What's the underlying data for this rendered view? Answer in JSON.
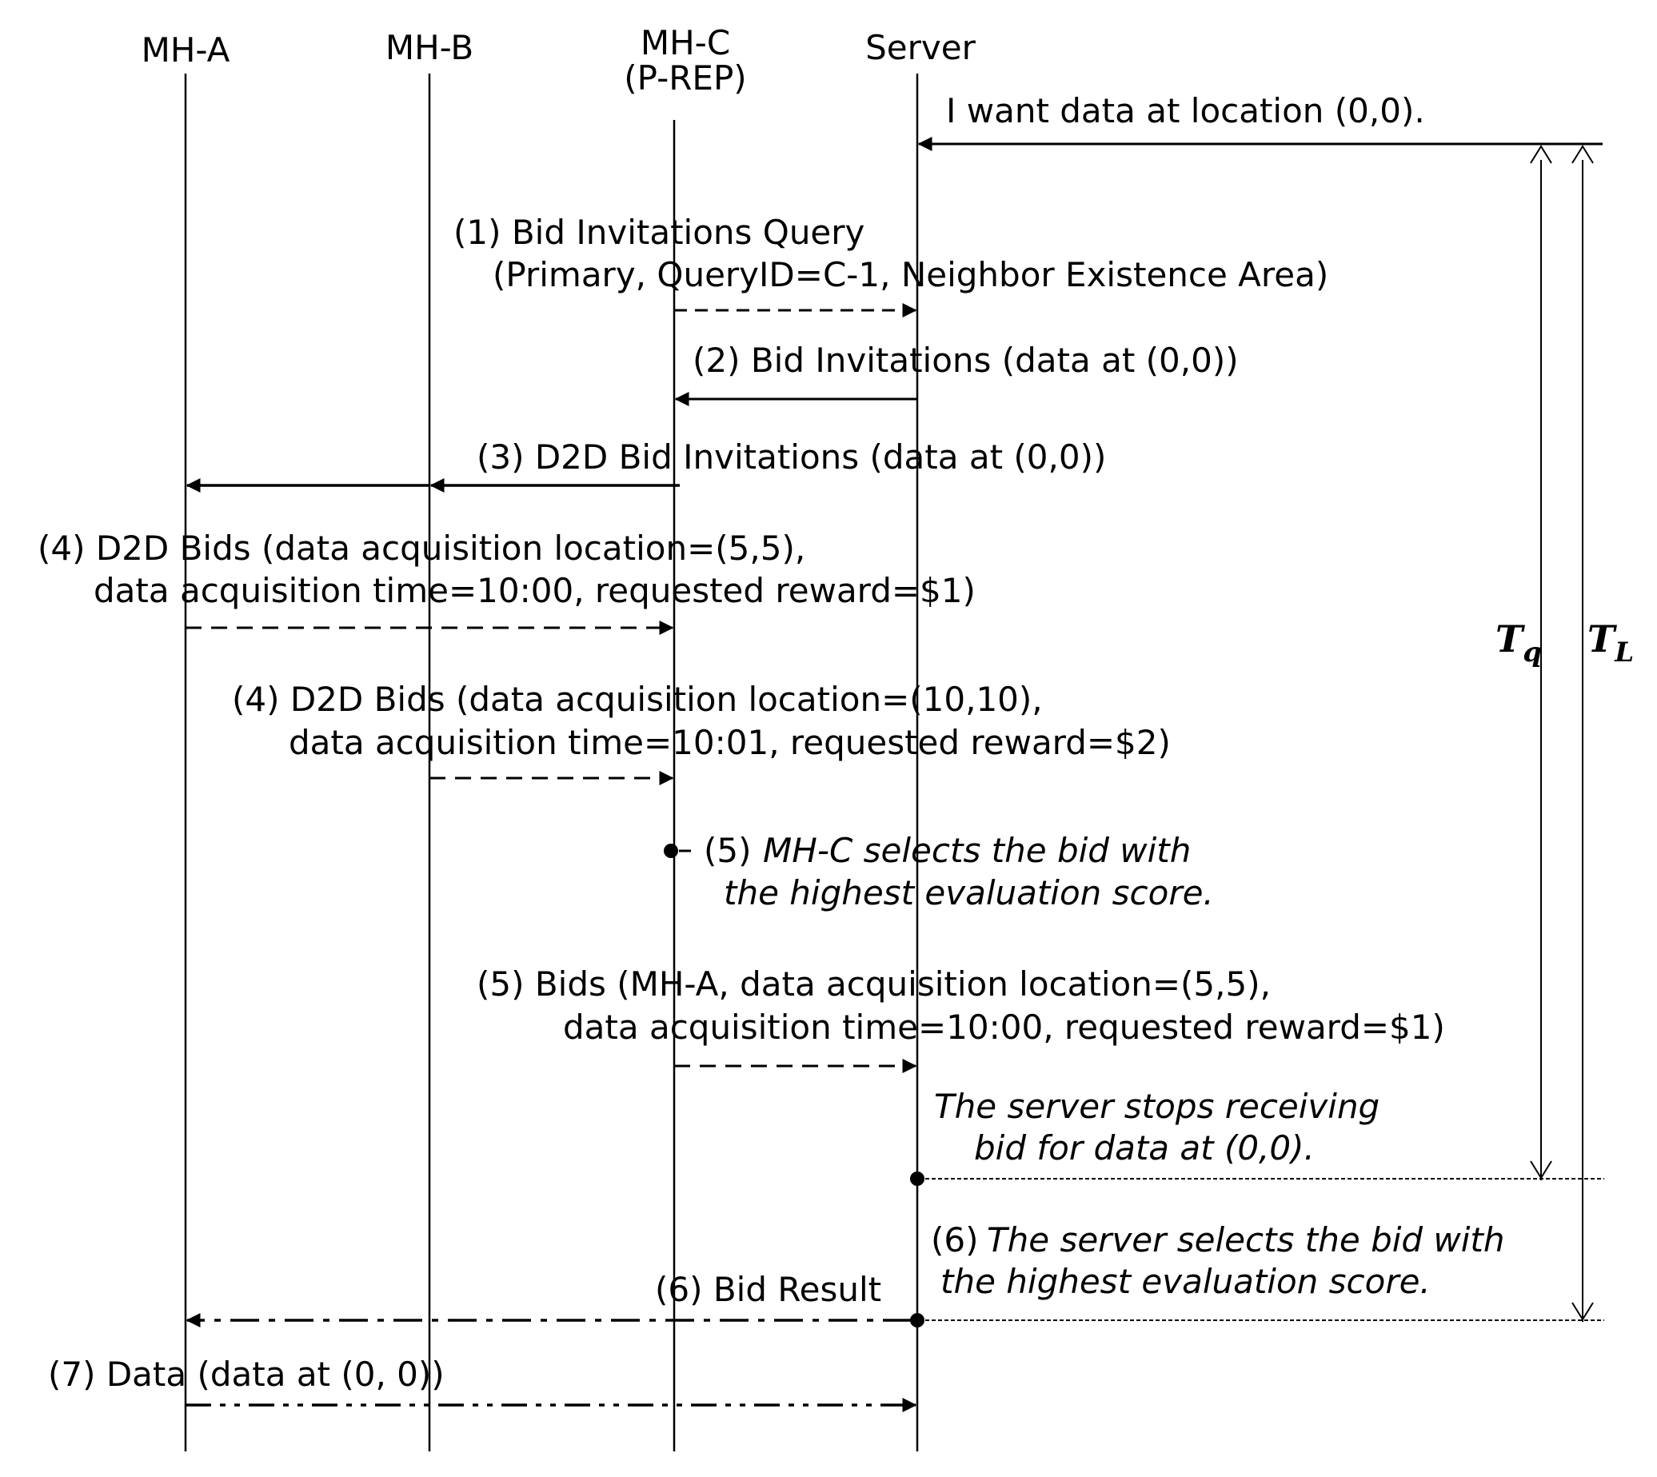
{
  "participants": {
    "mh_a": "MH-A",
    "mh_b": "MH-B",
    "mh_c_line1": "MH-C",
    "mh_c_line2": "(P-REP)",
    "server": "Server"
  },
  "messages": {
    "request": "I want data at location (0,0).",
    "m1_line1": "(1) Bid Invitations Query",
    "m1_line2": "(Primary, QueryID=C-1, Neighbor Existence Area)",
    "m2": "(2) Bid Invitations (data at (0,0))",
    "m3": "(3) D2D Bid Invitations (data at (0,0))",
    "m4a_line1": "(4) D2D Bids (data acquisition location=(5,5),",
    "m4a_line2": "data acquisition time=10:00, requested reward=$1)",
    "m4b_line1": "(4) D2D Bids (data acquisition location=(10,10),",
    "m4b_line2": "data acquisition time=10:01, requested reward=$2)",
    "n5_prefix": "(5)",
    "n5_line1": "MH-C selects the bid with",
    "n5_line2": "the highest  evaluation  score.",
    "m5_line1": "(5) Bids (MH-A, data acquisition location=(5,5),",
    "m5_line2": "data acquisition time=10:00, requested reward=$1)",
    "stop_line1": "The server stops receiving",
    "stop_line2": "bid for data at (0,0).",
    "n6_prefix": "(6)",
    "n6_line1": "The server selects the bid with",
    "n6_line2": "the highest evaluation score.",
    "m6": "(6) Bid Result",
    "m7": "(7) Data (data at (0, 0))"
  },
  "timers": {
    "tq_symbol": "T",
    "tq_sub": "q",
    "tl_symbol": "T",
    "tl_sub": "L"
  },
  "colors": {
    "ink": "#000000",
    "background": "#ffffff"
  }
}
